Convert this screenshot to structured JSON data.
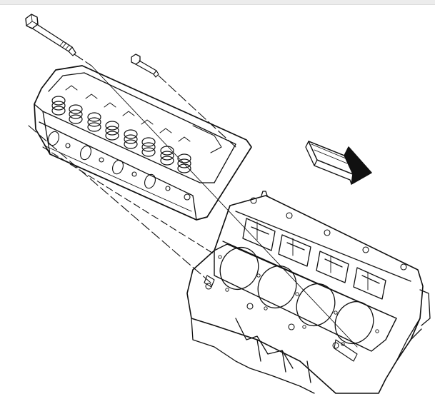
{
  "colors": {
    "ink": "#111111",
    "paper": "#ffffff",
    "header_bar": "#ececec"
  },
  "view": {
    "direction_arrow": "front-arrow-icon"
  },
  "parts": [
    "long-head-bolt",
    "short-head-bolt",
    "cylinder-head",
    "valve-springs",
    "engine-block",
    "head-gasket"
  ]
}
